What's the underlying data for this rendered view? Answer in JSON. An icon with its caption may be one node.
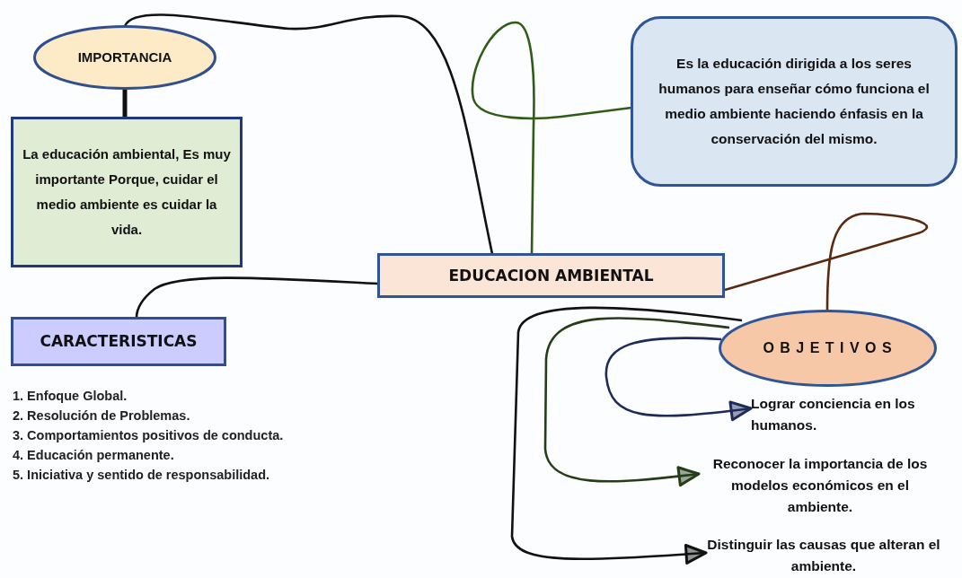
{
  "diagram": {
    "nodes": [
      {
        "text": [
          "IMPORTANCIA"
        ]
      },
      {
        "text": [
          "La educación ambiental, Es muy importante Porque, cuidar el medio ambiente es cuidar la vida."
        ]
      },
      {
        "text": [
          "Es la educación dirigida a los seres humanos para enseñar cómo funciona el medio ambiente haciendo énfasis en la conservación del mismo."
        ]
      },
      {
        "text": [
          "EDUCACION AMBIENTAL"
        ]
      },
      {
        "text": [
          "CARACTERISTICAS"
        ]
      },
      {
        "text": [
          "O B J E T I V O S"
        ]
      },
      {
        "text": [
          "Lograr conciencia en los humanos."
        ]
      },
      {
        "text": [
          "Reconocer la importancia de los modelos económicos en el ambiente."
        ]
      },
      {
        "text": [
          "Distinguir las causas que alteran el ambiente."
        ]
      }
    ],
    "edges": [
      {
        "from": 0,
        "to": 1,
        "arrow": "none",
        "style": "thick"
      },
      {
        "from": 3,
        "to": 0,
        "arrow": "none"
      },
      {
        "from": 3,
        "to": 2,
        "arrow": "none",
        "color": "#2e5e16"
      },
      {
        "from": 3,
        "to": 4,
        "arrow": "none"
      },
      {
        "from": 3,
        "to": 5,
        "arrow": "none",
        "color": "#5a2a10"
      },
      {
        "from": 5,
        "to": 6,
        "arrow": "to",
        "color": "#1e2a5a"
      },
      {
        "from": 5,
        "to": 7,
        "arrow": "to",
        "color": "#263d18"
      },
      {
        "from": 5,
        "to": 8,
        "arrow": "to"
      }
    ],
    "labels": [
      "1. Enfoque Global.",
      "2. Resolución de Problemas.",
      "3. Comportamientos positivos de conducta.",
      "4. Educación permanente.",
      "5. Iniciativa y sentido de responsabilidad."
    ]
  }
}
